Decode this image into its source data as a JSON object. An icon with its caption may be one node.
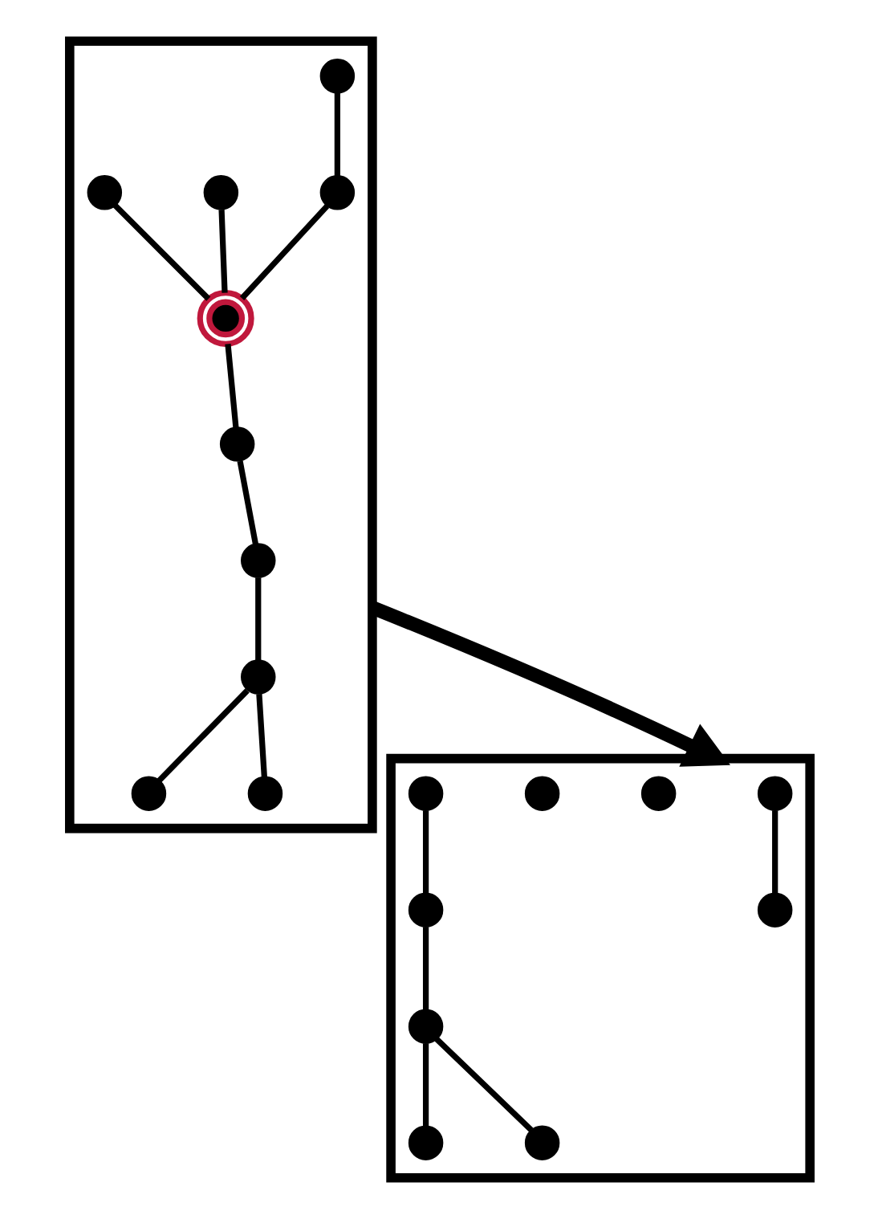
{
  "diagram": {
    "nodes": [
      {
        "text": [],
        "shape": "box"
      },
      {
        "text": [],
        "shape": "circle",
        "in": 0
      },
      {
        "text": [],
        "shape": "circle",
        "in": 0
      },
      {
        "text": [],
        "shape": "circle",
        "in": 0
      },
      {
        "text": [],
        "shape": "circle",
        "in": 0
      },
      {
        "text": [],
        "shape": "circle",
        "in": 0
      },
      {
        "text": [],
        "shape": "circle",
        "in": 0
      },
      {
        "text": [],
        "shape": "circle",
        "in": 0
      },
      {
        "text": [],
        "shape": "circle",
        "in": 0
      },
      {
        "text": [],
        "shape": "circle",
        "in": 0
      },
      {
        "text": [],
        "shape": "circle",
        "in": 0
      },
      {
        "text": [],
        "shape": "box"
      },
      {
        "text": [],
        "shape": "circle",
        "in": 11
      },
      {
        "text": [],
        "shape": "circle",
        "in": 11
      },
      {
        "text": [],
        "shape": "circle",
        "in": 11
      },
      {
        "text": [],
        "shape": "circle",
        "in": 11
      },
      {
        "text": [],
        "shape": "circle",
        "in": 11
      },
      {
        "text": [],
        "shape": "circle",
        "in": 11
      },
      {
        "text": [],
        "shape": "circle",
        "in": 11
      },
      {
        "text": [],
        "shape": "circle",
        "in": 11
      },
      {
        "text": [],
        "shape": "circle",
        "in": 11
      }
    ],
    "edges": [
      {
        "from": 1,
        "to": 5,
        "arrow": "none"
      },
      {
        "from": 5,
        "to": 6,
        "arrow": "none"
      },
      {
        "from": 3,
        "to": 6,
        "arrow": "none"
      },
      {
        "from": 2,
        "to": 6,
        "arrow": "none"
      },
      {
        "from": 6,
        "to": 8,
        "arrow": "none"
      },
      {
        "from": 8,
        "to": 10,
        "arrow": "none"
      },
      {
        "from": 10,
        "to": 7,
        "arrow": "none"
      },
      {
        "from": 7,
        "to": 4,
        "arrow": "none"
      },
      {
        "from": 7,
        "to": 9,
        "arrow": "none"
      },
      {
        "from": 0,
        "to": 11,
        "arrow": "to",
        "style": "thick"
      },
      {
        "from": 12,
        "to": 16,
        "arrow": "none"
      },
      {
        "from": 18,
        "to": 20,
        "arrow": "none"
      },
      {
        "from": 20,
        "to": 17,
        "arrow": "none"
      },
      {
        "from": 17,
        "to": 15,
        "arrow": "none"
      },
      {
        "from": 17,
        "to": 19,
        "arrow": "none"
      }
    ]
  }
}
